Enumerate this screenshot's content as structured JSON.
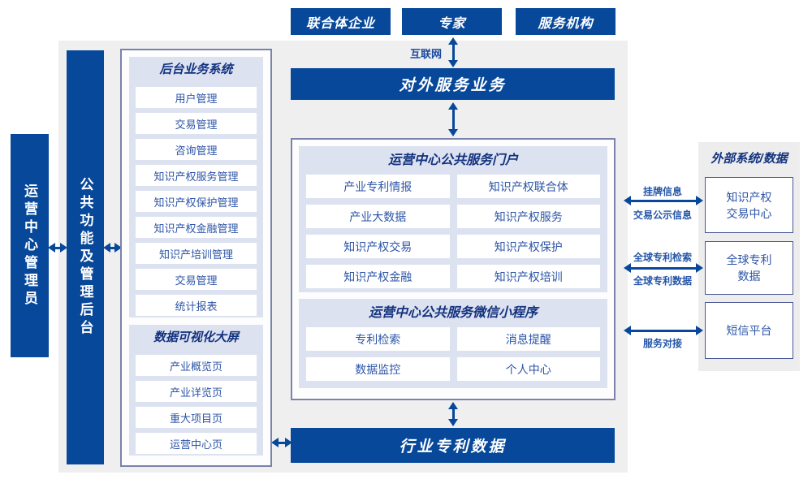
{
  "colors": {
    "primary_blue": "#07489a",
    "panel_border": "#7b82ab",
    "section_bg": "#dde2f1",
    "item_text": "#2d55a7",
    "header_text": "#12327e",
    "canvas_gray": "#efefef"
  },
  "actors": {
    "consortium": "联合体企业",
    "expert": "专家",
    "service_org": "服务机构"
  },
  "internet": {
    "label": "互联网"
  },
  "bars": {
    "external_service": "对外服务业务",
    "industry_patent": "行业专利数据",
    "admin": "运营中心管理员",
    "backend_admin": "公共功能及管理后台"
  },
  "left_panel": {
    "backend_system": {
      "title": "后台业务系统",
      "items": [
        "用户管理",
        "交易管理",
        "咨询管理",
        "知识产权服务管理",
        "知识产权保护管理",
        "知识产权金融管理",
        "知识产培训管理",
        "交易管理",
        "统计报表"
      ]
    },
    "data_viz": {
      "title": "数据可视化大屏",
      "items": [
        "产业概览页",
        "产业详览页",
        "重大项目页",
        "运营中心页"
      ]
    }
  },
  "center_panel": {
    "portal": {
      "title": "运营中心公共服务门户",
      "items": [
        "产业专利情报",
        "知识产权联合体",
        "产业大数据",
        "知识产权服务",
        "知识产权交易",
        "知识产权保护",
        "知识产权金融",
        "知识产权培训"
      ]
    },
    "miniprogram": {
      "title": "运营中心公共服务微信小程序",
      "items": [
        "专利检索",
        "消息提醒",
        "数据监控",
        "个人中心"
      ]
    }
  },
  "external": {
    "title": "外部系统/数据",
    "systems": [
      "知识产权\n交易中心",
      "全球专利\n数据",
      "短信平台"
    ],
    "links": [
      {
        "top": "挂牌信息",
        "bottom": "交易公示信息"
      },
      {
        "top": "全球专利检索",
        "bottom": "全球专利数据"
      },
      {
        "top": "",
        "bottom": "服务对接"
      }
    ]
  }
}
